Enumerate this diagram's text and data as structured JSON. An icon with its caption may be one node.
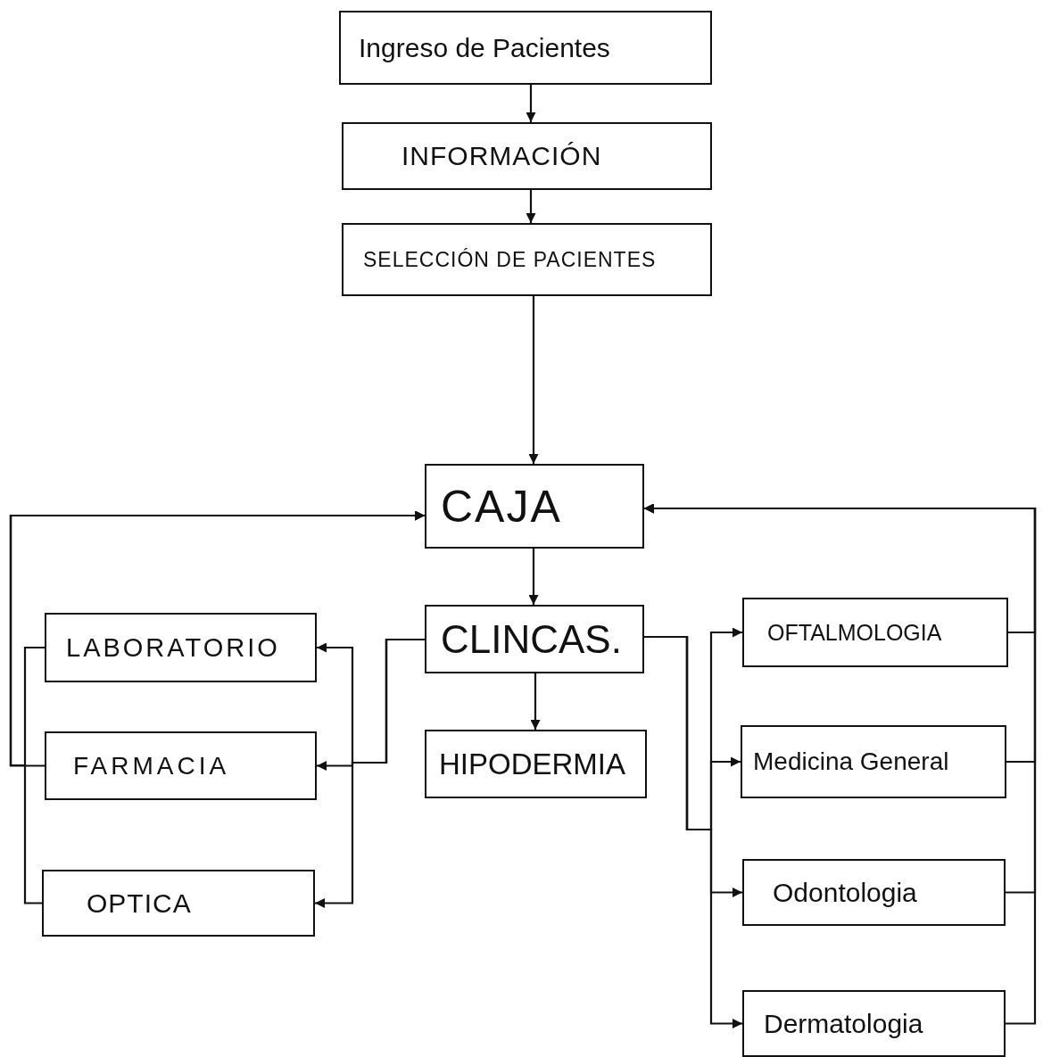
{
  "diagram": {
    "nodes": [
      {
        "text": [
          "Ingreso de Pacientes"
        ]
      },
      {
        "text": [
          "INFORMACIÓN"
        ]
      },
      {
        "text": [
          "SELECCIÓN DE PACIENTES"
        ]
      },
      {
        "text": [
          "CAJA"
        ]
      },
      {
        "text": [
          "CLINCAS."
        ]
      },
      {
        "text": [
          "HIPODERMIA"
        ]
      },
      {
        "text": [
          "LABORATORIO"
        ]
      },
      {
        "text": [
          "FARMACIA"
        ]
      },
      {
        "text": [
          "OPTICA"
        ]
      },
      {
        "text": [
          "OFTALMOLOGIA"
        ]
      },
      {
        "text": [
          "Medicina General"
        ]
      },
      {
        "text": [
          "Odontologia"
        ]
      },
      {
        "text": [
          "Dermatologia"
        ]
      }
    ],
    "edges": [
      {
        "from": 0,
        "to": 1,
        "arrow": "to"
      },
      {
        "from": 1,
        "to": 2,
        "arrow": "to"
      },
      {
        "from": 2,
        "to": 3,
        "arrow": "to"
      },
      {
        "from": 3,
        "to": 4,
        "arrow": "to"
      },
      {
        "from": 4,
        "to": 5,
        "arrow": "to"
      },
      {
        "from": 4,
        "to": 6,
        "arrow": "to"
      },
      {
        "from": 4,
        "to": 7,
        "arrow": "to"
      },
      {
        "from": 4,
        "to": 8,
        "arrow": "to"
      },
      {
        "from": 6,
        "to": 3,
        "arrow": "to"
      },
      {
        "from": 7,
        "to": 3,
        "arrow": "to"
      },
      {
        "from": 8,
        "to": 3,
        "arrow": "to"
      },
      {
        "from": 4,
        "to": 9,
        "arrow": "to"
      },
      {
        "from": 4,
        "to": 10,
        "arrow": "to"
      },
      {
        "from": 4,
        "to": 11,
        "arrow": "to"
      },
      {
        "from": 4,
        "to": 12,
        "arrow": "to"
      },
      {
        "from": 9,
        "to": 3,
        "arrow": "to"
      },
      {
        "from": 10,
        "to": 3,
        "arrow": "to"
      },
      {
        "from": 11,
        "to": 3,
        "arrow": "to"
      },
      {
        "from": 12,
        "to": 3,
        "arrow": "to"
      }
    ]
  }
}
